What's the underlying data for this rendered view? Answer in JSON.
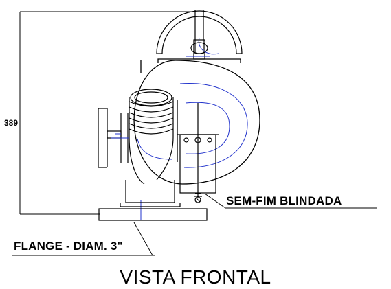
{
  "drawing": {
    "dimension_value": "389",
    "callouts": {
      "worm_gear": "SEM-FIM  BLINDADA",
      "flange": "FLANGE - DIAM. 3\""
    },
    "view_title": "VISTA FRONTAL"
  },
  "colors": {
    "line": "#000000",
    "centerline": "#2233cc",
    "background": "#ffffff"
  }
}
